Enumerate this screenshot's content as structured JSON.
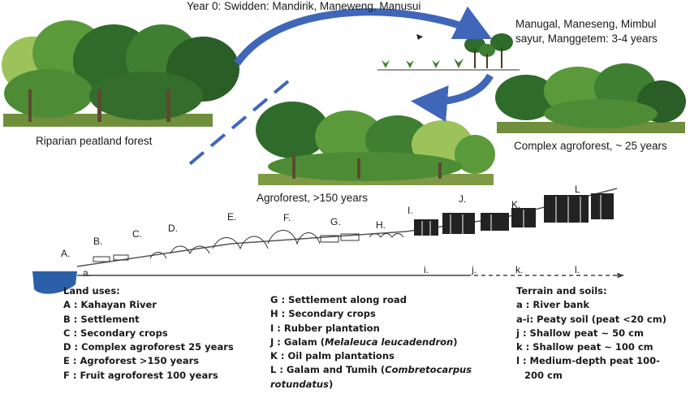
{
  "top": {
    "year0": "Year 0: Swidden: Mandirik, Maneweng, Manusui",
    "young_line1": "Manugal, Maneseng, Mimbul",
    "young_line2": "sayur, Manggetem: 3-4 years"
  },
  "stages": {
    "riparian": "Riparian peatland forest",
    "complex": "Complex agroforest, ~ 25 years",
    "agroforest": "Agroforest, >150 years"
  },
  "zones": [
    "A.",
    "B.",
    "C.",
    "D.",
    "E.",
    "F.",
    "G.",
    "H.",
    "I.",
    "J.",
    "K.",
    "L"
  ],
  "terrain_marks": [
    "a.",
    "i.",
    "j.",
    "k.",
    "l."
  ],
  "legend": {
    "land_title": "Land uses:",
    "land_col1": [
      "A : Kahayan River",
      "B : Settlement",
      "C : Secondary crops",
      "D : Complex agroforest  25 years",
      "E : Agroforest >150 years",
      "F : Fruit agroforest 100 years"
    ],
    "land_col2": [
      "G : Settlement along road",
      "H : Secondary crops",
      "I  : Rubber plantation"
    ],
    "j_prefix": "J : Galam (",
    "j_italic": "Melaleuca leucadendron",
    "j_suffix": ")",
    "k_row": "K : Oil palm plantations",
    "l_prefix": "L : Galam and Tumih (",
    "l_italic1": "Combretocarpus",
    "l_italic2": "rotundatus",
    "l_suffix": ")",
    "terrain_title": "Terrain and soils:",
    "terrain_rows": [
      "a : River bank",
      "a-i: Peaty soil (peat <20 cm)",
      "j  : Shallow peat ~ 50 cm",
      "k : Shallow peat ~ 100 cm",
      "l  :  Medium-depth peat 100-",
      "200 cm"
    ]
  },
  "colors": {
    "arrow": "#3f66b8",
    "river": "#2b5fa8",
    "canopy_dark": "#2f6b2a",
    "canopy_mid": "#5a9a3a",
    "canopy_light": "#9cc35a"
  }
}
